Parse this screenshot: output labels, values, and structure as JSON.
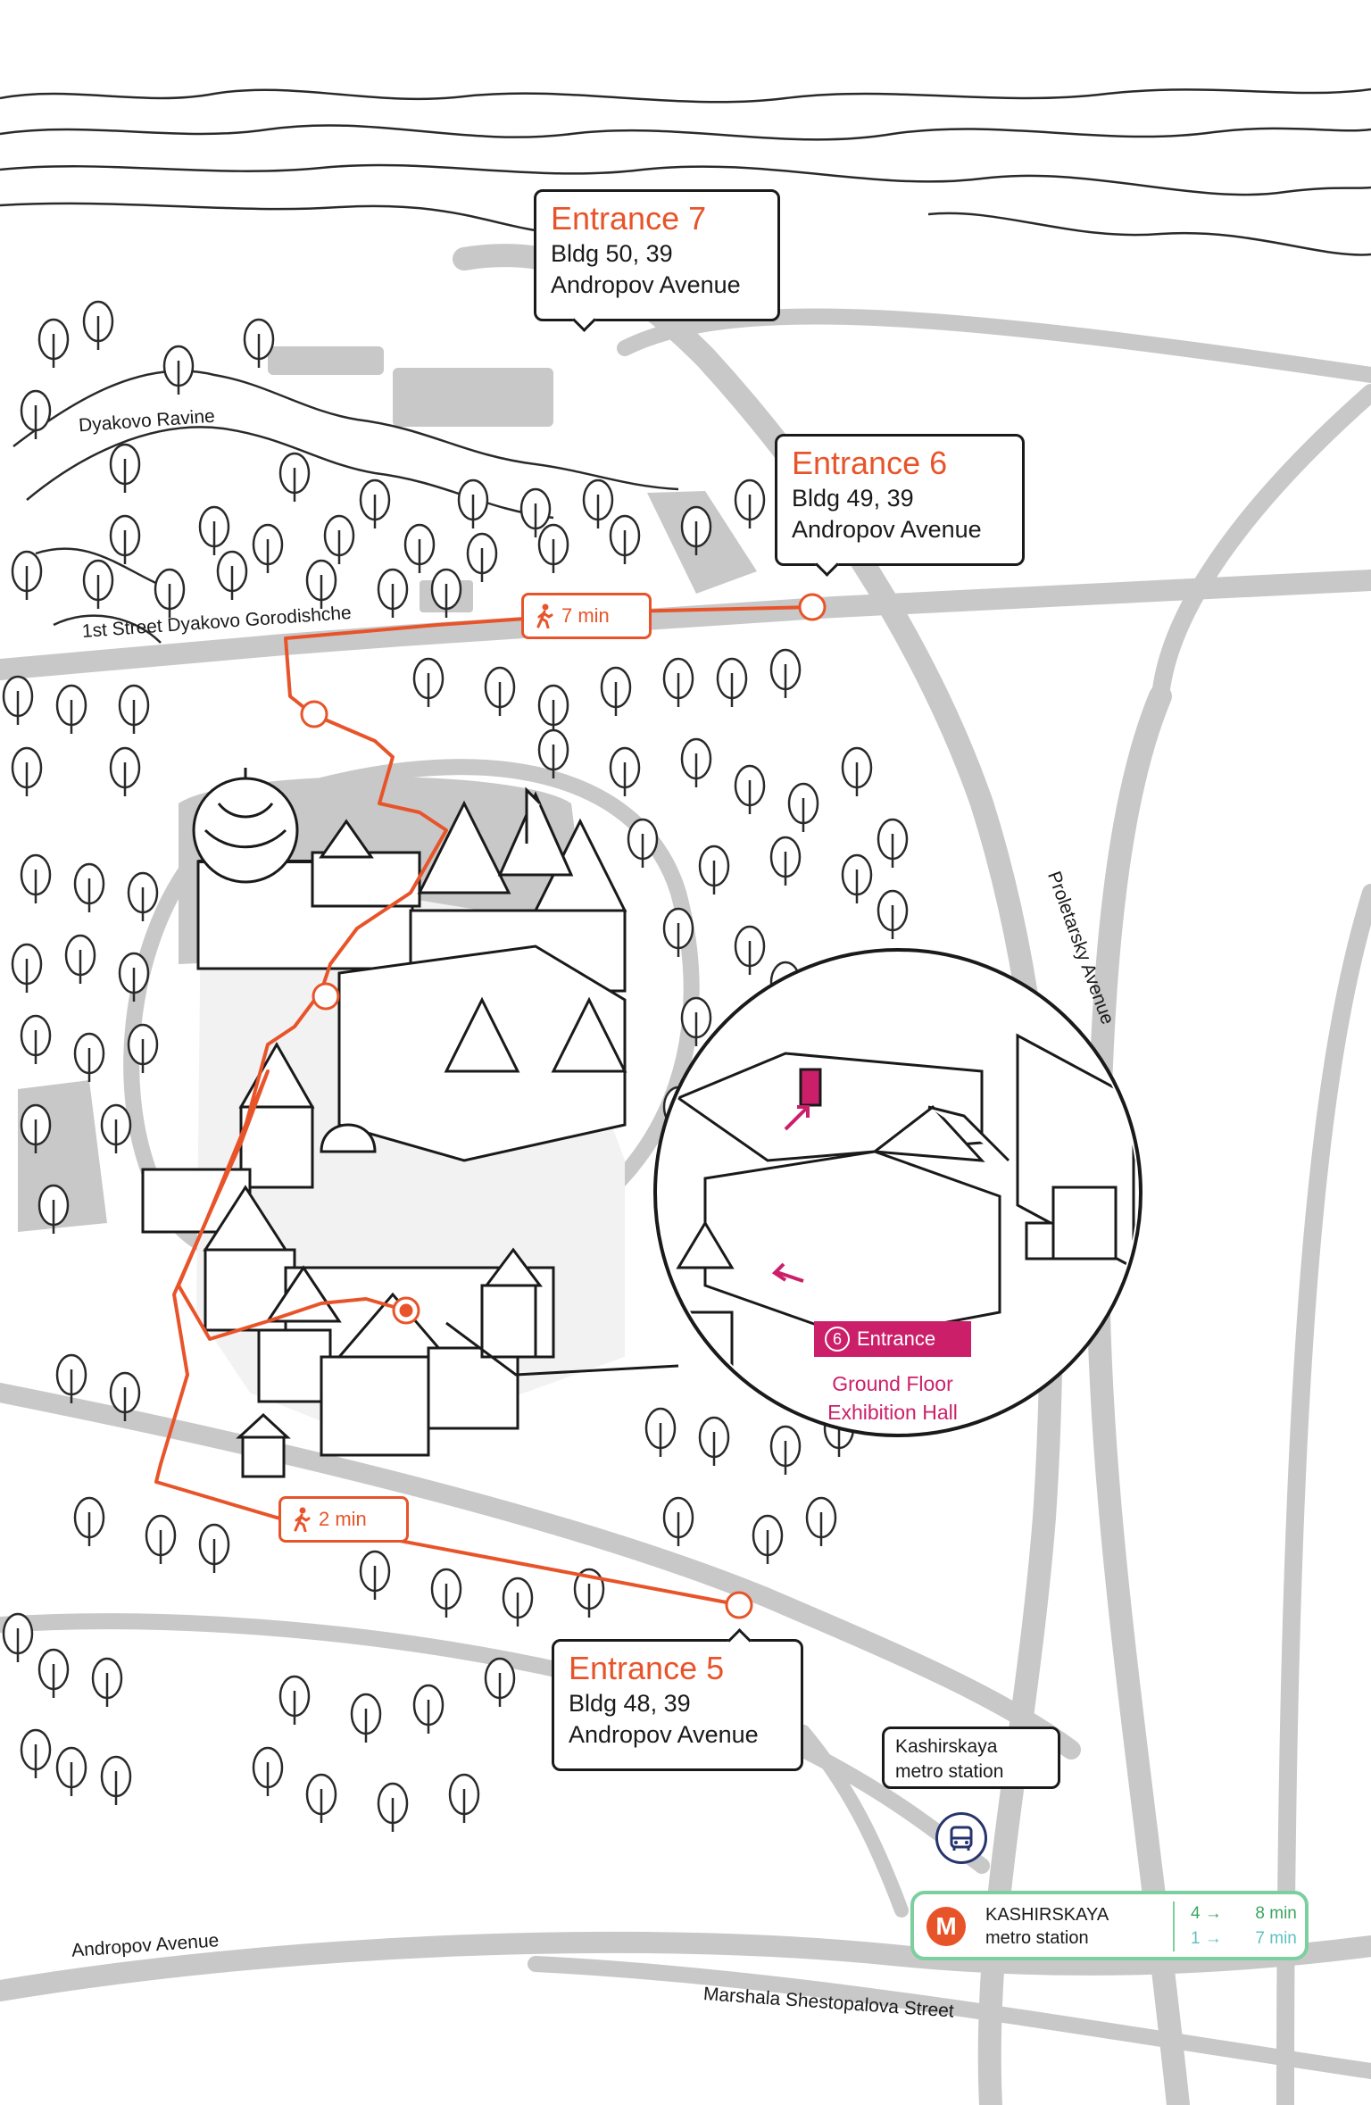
{
  "entrances": [
    {
      "id": "entrance-7",
      "title": "Entrance 7",
      "line1": "Bldg 50, 39",
      "line2": "Andropov Avenue"
    },
    {
      "id": "entrance-6",
      "title": "Entrance 6",
      "line1": "Bldg 49, 39",
      "line2": "Andropov Avenue"
    },
    {
      "id": "entrance-5",
      "title": "Entrance 5",
      "line1": "Bldg 48, 39",
      "line2": "Andropov Avenue"
    }
  ],
  "walk_times": {
    "north": "7 min",
    "south": "2 min"
  },
  "street_labels": {
    "ravine": "Dyakovo Ravine",
    "first_street": "1st Street Dyakovo Gorodishche",
    "proletarsky": "Proletarsky Avenue",
    "andropov": "Andropov Avenue",
    "marshala": "Marshala Shestopalova Street"
  },
  "inset": {
    "tag_number": "6",
    "tag_label": "Entrance",
    "caption_line1": "Ground Floor",
    "caption_line2": "Exhibition Hall"
  },
  "metro": {
    "logo": "M",
    "name_line1": "KASHIRSKAYA",
    "name_line2": "metro station",
    "exit1": "4 →",
    "time1": "8 min",
    "exit2": "1 →",
    "time2": "7 min"
  },
  "bus_stop": {
    "line1": "Kashirskaya",
    "line2": "metro station",
    "icon": "bus-icon"
  },
  "colors": {
    "route": "#e8542a",
    "inset_accent": "#cc1f6a",
    "road": "#c8c8c8",
    "metro_green": "#7ccf9f",
    "bus_blue": "#27346d"
  }
}
